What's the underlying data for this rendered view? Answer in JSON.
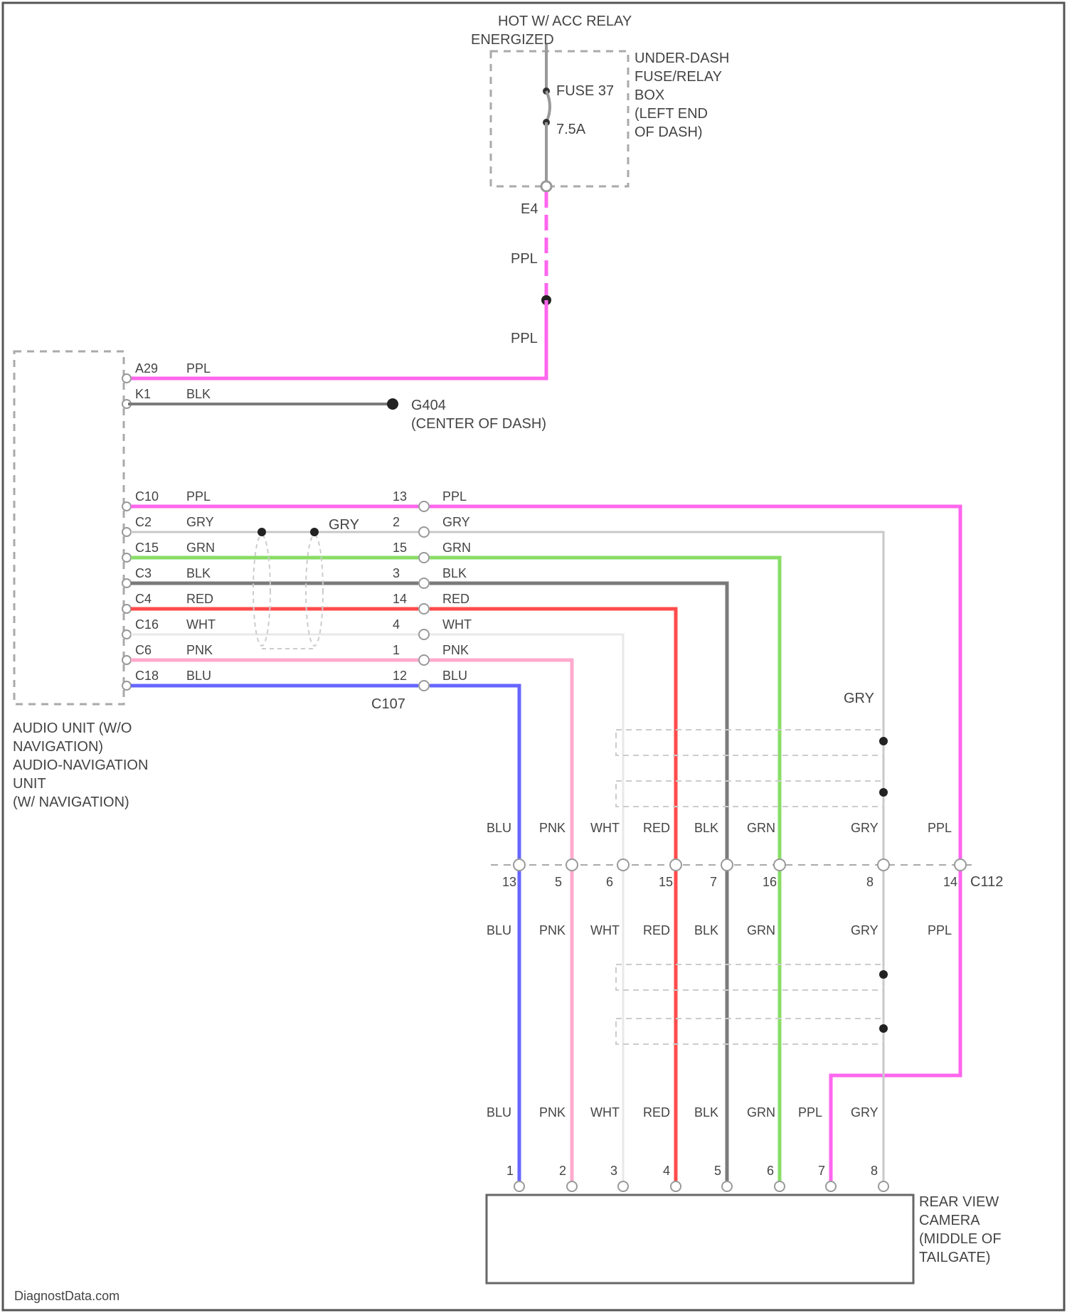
{
  "colors": {
    "PPL": "#ff66ee",
    "GRY": "#c8c8c8",
    "GRN": "#88dd66",
    "BLK": "#7a7a7a",
    "RED": "#ff4b4b",
    "WHT": "#e8e8e8",
    "PNK": "#ffaacc",
    "BLU": "#6666ff",
    "frame": "#555555",
    "dashed": "#aaaaaa"
  },
  "power": {
    "header_line1": "HOT W/ ACC RELAY",
    "header_line2": "ENERGIZED",
    "fuse_name": "FUSE 37",
    "fuse_rating": "7.5A",
    "box_label": [
      "UNDER-DASH",
      "FUSE/RELAY",
      "BOX",
      "(LEFT END",
      "OF DASH)"
    ],
    "pin": "E4",
    "wire_upper": "PPL",
    "wire_lower": "PPL"
  },
  "audio_unit": {
    "label": [
      "AUDIO UNIT (W/O",
      "NAVIGATION)",
      "AUDIO-NAVIGATION",
      "UNIT",
      "(W/ NAVIGATION)"
    ],
    "pins": [
      {
        "pin": "A29",
        "color": "PPL"
      },
      {
        "pin": "K1",
        "color": "BLK"
      },
      {
        "pin": "C10",
        "color": "PPL"
      },
      {
        "pin": "C2",
        "color": "GRY"
      },
      {
        "pin": "C15",
        "color": "GRN"
      },
      {
        "pin": "C3",
        "color": "BLK"
      },
      {
        "pin": "C4",
        "color": "RED"
      },
      {
        "pin": "C16",
        "color": "WHT"
      },
      {
        "pin": "C6",
        "color": "PNK"
      },
      {
        "pin": "C18",
        "color": "BLU"
      }
    ]
  },
  "ground": {
    "name": "G404",
    "location": "(CENTER OF DASH)"
  },
  "c107": {
    "name": "C107",
    "pins": [
      {
        "pin": "13",
        "color": "PPL"
      },
      {
        "pin": "2",
        "color": "GRY"
      },
      {
        "pin": "15",
        "color": "GRN"
      },
      {
        "pin": "3",
        "color": "BLK"
      },
      {
        "pin": "14",
        "color": "RED"
      },
      {
        "pin": "4",
        "color": "WHT"
      },
      {
        "pin": "1",
        "color": "PNK"
      },
      {
        "pin": "12",
        "color": "BLU"
      }
    ],
    "splice_label": "GRY"
  },
  "c112": {
    "name": "C112",
    "gry_upper_label": "GRY",
    "colors_above": [
      "BLU",
      "PNK",
      "WHT",
      "RED",
      "BLK",
      "GRN",
      "GRY",
      "PPL"
    ],
    "pins": [
      "13",
      "5",
      "6",
      "15",
      "7",
      "16",
      "8",
      "14"
    ],
    "colors_below": [
      "BLU",
      "PNK",
      "WHT",
      "RED",
      "BLK",
      "GRN",
      "GRY",
      "PPL"
    ]
  },
  "camera": {
    "colors": [
      "BLU",
      "PNK",
      "WHT",
      "RED",
      "BLK",
      "GRN",
      "PPL",
      "GRY"
    ],
    "pins": [
      "1",
      "2",
      "3",
      "4",
      "5",
      "6",
      "7",
      "8"
    ],
    "label": [
      "REAR VIEW",
      "CAMERA",
      "(MIDDLE OF",
      "TAILGATE)"
    ]
  },
  "watermark": "DiagnostData.com"
}
